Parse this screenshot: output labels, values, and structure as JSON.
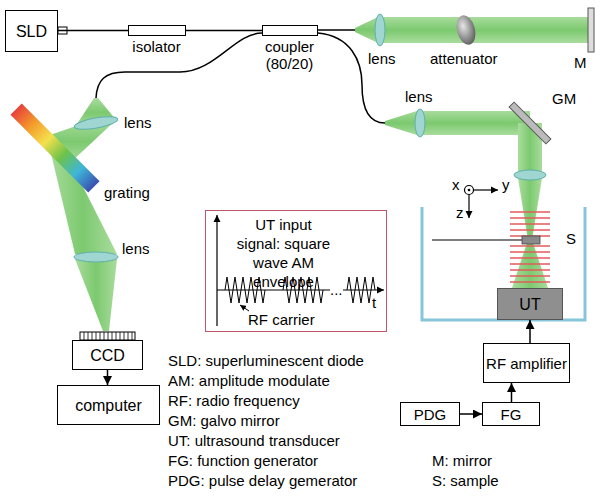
{
  "diagram": {
    "nodes": [
      {
        "text": [
          "SLD"
        ]
      },
      {
        "text": [
          "isolator"
        ]
      },
      {
        "text": [
          "coupler (80/20)"
        ]
      },
      {
        "text": [
          "UT input signal: square wave AM envelope",
          "RF carrier",
          "t",
          "..."
        ]
      },
      {
        "text": [
          "CCD"
        ]
      },
      {
        "text": [
          "computer"
        ]
      },
      {
        "text": [
          "UT"
        ]
      },
      {
        "text": [
          "RF amplifier"
        ]
      },
      {
        "text": [
          "PDG"
        ]
      },
      {
        "text": [
          "FG"
        ]
      }
    ],
    "edges": [
      {
        "from": 0,
        "to": 1,
        "arrow": "none"
      },
      {
        "from": 1,
        "to": 2,
        "arrow": "none"
      },
      {
        "from": 4,
        "to": 5,
        "arrow": "to"
      },
      {
        "from": 8,
        "to": 9,
        "arrow": "to"
      },
      {
        "from": 9,
        "to": 7,
        "arrow": "to"
      },
      {
        "from": 7,
        "to": 6,
        "arrow": "to"
      }
    ],
    "labels": [
      "lens",
      "attenuator",
      "M",
      "lens",
      "grating",
      "lens",
      "lens",
      "GM",
      "x",
      "y",
      "z",
      "S",
      "SLD: superluminescent diode",
      "AM: amplitude modulate",
      "RF: radio frequency",
      "GM: galvo mirror",
      "UT: ultrasound transducer",
      "FG: function generator",
      "PDG: pulse delay gemerator",
      "M: mirror",
      "S: sample"
    ]
  }
}
